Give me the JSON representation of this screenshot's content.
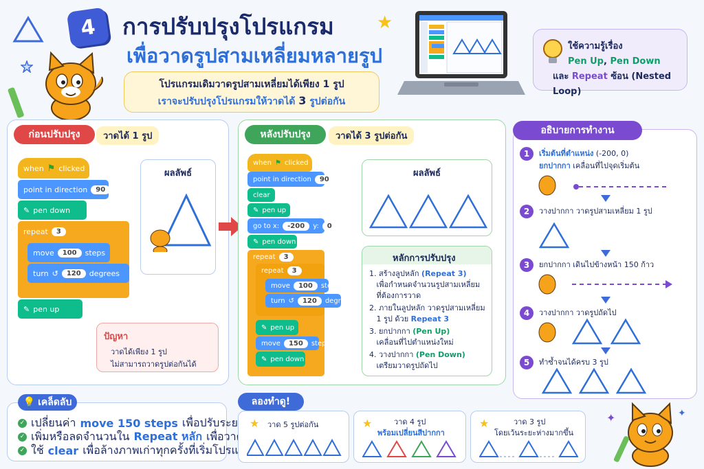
{
  "header": {
    "number": "4",
    "title": "การปรับปรุงโปรแกรม",
    "subtitle": "เพื่อวาดรูปสามเหลี่ยมหลายรูป",
    "intro_line1": "โปรแกรมเดิมวาดรูปสามเหลี่ยมได้เพียง 1 รูป",
    "intro_line2_pre": "เราจะปรับปรุงโปรแกรมให้วาดได้",
    "intro_line2_num": "3",
    "intro_line2_post": "รูปต่อกัน"
  },
  "knowledge": {
    "line1": "ใช้ความรู้เรื่อง",
    "pen_up": "Pen Up",
    "comma": ",",
    "pen_down": "Pen Down",
    "and": "และ",
    "repeat": "Repeat",
    "nested": "ซ้อน (Nested Loop)"
  },
  "before": {
    "tag": "ก่อนปรับปรุง",
    "caption": "วาดได้ 1 รูป",
    "blocks": {
      "when": "when",
      "clicked": "clicked",
      "point": "point in direction",
      "point_val": "90",
      "pen_down": "pen down",
      "repeat": "repeat",
      "repeat_val": "3",
      "move": "move",
      "move_val": "100",
      "steps": "steps",
      "turn": "turn",
      "turn_val": "120",
      "degrees": "degrees",
      "pen_up": "pen up"
    },
    "result_label": "ผลลัพธ์",
    "problem_title": "ปัญหา",
    "problem_line1": "วาดได้เพียง 1 รูป",
    "problem_line2": "ไม่สามารถวาดรูปต่อกันได้"
  },
  "after": {
    "tag": "หลังปรับปรุง",
    "caption": "วาดได้ 3 รูปต่อกัน",
    "blocks": {
      "when": "when",
      "clicked": "clicked",
      "point": "point in direction",
      "point_val": "90",
      "clear": "clear",
      "pen_up": "pen up",
      "goto": "go to x:",
      "goto_x": "-200",
      "goto_y_label": "y:",
      "goto_y": "0",
      "pen_down": "pen down",
      "repeat": "repeat",
      "repeat_val": "3",
      "inner_repeat": "repeat",
      "inner_repeat_val": "3",
      "move": "move",
      "move_val": "100",
      "steps": "steps",
      "turn": "turn",
      "turn_val": "120",
      "degrees": "degrees",
      "pen_up2": "pen up",
      "move2": "move",
      "move2_val": "150",
      "steps2": "steps",
      "pen_down2": "pen down"
    },
    "result_label": "ผลลัพธ์",
    "principles_title": "หลักการปรับปรุง",
    "principles": [
      {
        "n": "1.",
        "a": "สร้างลูปหลัก",
        "b": "(Repeat 3)",
        "c": "เพื่อกำหนดจำนวนรูปสามเหลี่ยม",
        "d": "ที่ต้องการวาด"
      },
      {
        "n": "2.",
        "a": "ภายในลูปหลัก วาดรูปสามเหลี่ยม",
        "c": "1 รูป ด้วย",
        "b": "Repeat 3"
      },
      {
        "n": "3.",
        "a": "ยกปากกา",
        "g": "(Pen Up)",
        "c": "เคลื่อนที่ไปตำแหน่งใหม่"
      },
      {
        "n": "4.",
        "a": "วางปากกา",
        "g": "(Pen Down)",
        "c": "เตรียมวาดรูปถัดไป"
      }
    ]
  },
  "explain": {
    "title": "อธิบายการทำงาน",
    "steps": [
      {
        "n": "1",
        "b": "เริ่มต้นที่ตำแหน่ง",
        "t": "(-200, 0)",
        "t2": "ยกปากกา",
        "t3": "เคลื่อนที่ไปจุดเริ่มต้น"
      },
      {
        "n": "2",
        "t": "วางปากกา วาดรูปสามเหลี่ยม 1 รูป"
      },
      {
        "n": "3",
        "t": "ยกปากกา เดินไปข้างหน้า 150 ก้าว"
      },
      {
        "n": "4",
        "t": "วางปากกา วาดรูปถัดไป"
      },
      {
        "n": "5",
        "t": "ทำซ้ำจนได้ครบ 3 รูป"
      }
    ]
  },
  "tips": {
    "title": "เคล็ดลับ",
    "items": [
      {
        "pre": "เปลี่ยนค่า",
        "b": "move 150 steps",
        "post": "เพื่อปรับระยะห่างระหว่างรูป"
      },
      {
        "pre": "เพิ่มหรือลดจำนวนใน",
        "b": "Repeat หลัก",
        "post": "เพื่อวาดให้ได้หลายรูป"
      },
      {
        "pre": "ใช้",
        "b": "clear",
        "post": "เพื่อล้างภาพเก่าทุกครั้งที่เริ่มโปรแกรมใหม่"
      }
    ]
  },
  "try": {
    "title": "ลองทำดู!",
    "cards": [
      {
        "l1": "วาด 5 รูปต่อกัน",
        "l2": ""
      },
      {
        "l1": "วาด 4 รูป",
        "l2": "พร้อมเปลี่ยนสีปากกา"
      },
      {
        "l1": "วาด 3 รูป",
        "l2": "โดยเว้นระยะห่างมากขึ้น"
      }
    ]
  },
  "colors": {
    "blue": "#2f6fd8",
    "green": "#0f9d6a",
    "purple": "#7a4bd1",
    "red": "#e04848",
    "motion": "#4c97ff",
    "pen": "#0fbd8c",
    "control": "#f6a81e",
    "event": "#f2b51d"
  }
}
